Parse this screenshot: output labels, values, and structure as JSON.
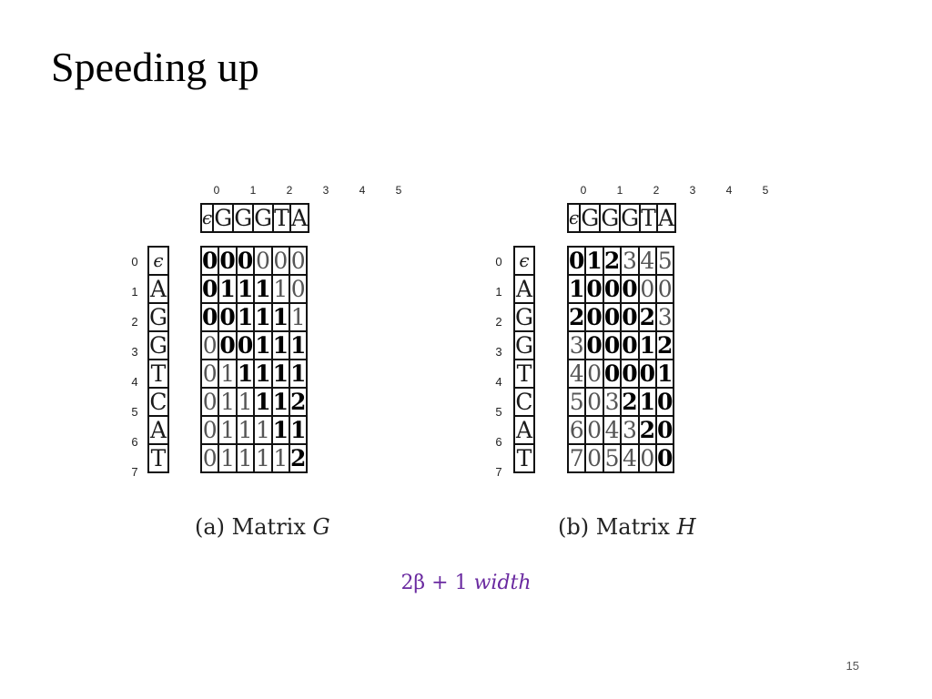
{
  "title": "Speeding up",
  "matrix_g": {
    "col_indices": [
      "0",
      "1",
      "2",
      "3",
      "4",
      "5"
    ],
    "header": [
      "ϵ",
      "G",
      "G",
      "G",
      "T",
      "A"
    ],
    "row_indices": [
      "0",
      "1",
      "2",
      "3",
      "4",
      "5",
      "6",
      "7"
    ],
    "row_labels": [
      "ϵ",
      "A",
      "G",
      "G",
      "T",
      "C",
      "A",
      "T"
    ],
    "values": [
      [
        "0",
        "0",
        "0",
        "0",
        "0",
        "0"
      ],
      [
        "0",
        "1",
        "1",
        "1",
        "1",
        "0"
      ],
      [
        "0",
        "0",
        "1",
        "1",
        "1",
        "1"
      ],
      [
        "0",
        "0",
        "0",
        "1",
        "1",
        "1"
      ],
      [
        "0",
        "1",
        "1",
        "1",
        "1",
        "1"
      ],
      [
        "0",
        "1",
        "1",
        "1",
        "1",
        "2"
      ],
      [
        "0",
        "1",
        "1",
        "1",
        "1",
        "1"
      ],
      [
        "0",
        "1",
        "1",
        "1",
        "1",
        "2"
      ]
    ],
    "bold": [
      [
        1,
        1,
        1,
        0,
        0,
        0
      ],
      [
        1,
        1,
        1,
        1,
        0,
        0
      ],
      [
        1,
        1,
        1,
        1,
        1,
        0
      ],
      [
        0,
        1,
        1,
        1,
        1,
        1
      ],
      [
        0,
        0,
        1,
        1,
        1,
        1
      ],
      [
        0,
        0,
        0,
        1,
        1,
        1
      ],
      [
        0,
        0,
        0,
        0,
        1,
        1
      ],
      [
        0,
        0,
        0,
        0,
        0,
        1
      ]
    ],
    "caption_prefix": "(a) Matrix ",
    "caption_var": "G"
  },
  "matrix_h": {
    "col_indices": [
      "0",
      "1",
      "2",
      "3",
      "4",
      "5"
    ],
    "header": [
      "ϵ",
      "G",
      "G",
      "G",
      "T",
      "A"
    ],
    "row_indices": [
      "0",
      "1",
      "2",
      "3",
      "4",
      "5",
      "6",
      "7"
    ],
    "row_labels": [
      "ϵ",
      "A",
      "G",
      "G",
      "T",
      "C",
      "A",
      "T"
    ],
    "values": [
      [
        "0",
        "1",
        "2",
        "3",
        "4",
        "5"
      ],
      [
        "1",
        "0",
        "0",
        "0",
        "0",
        "0"
      ],
      [
        "2",
        "0",
        "0",
        "0",
        "2",
        "3"
      ],
      [
        "3",
        "0",
        "0",
        "0",
        "1",
        "2"
      ],
      [
        "4",
        "0",
        "0",
        "0",
        "0",
        "1"
      ],
      [
        "5",
        "0",
        "3",
        "2",
        "1",
        "0"
      ],
      [
        "6",
        "0",
        "4",
        "3",
        "2",
        "0"
      ],
      [
        "7",
        "0",
        "5",
        "4",
        "0",
        "0"
      ]
    ],
    "bold": [
      [
        1,
        1,
        1,
        0,
        0,
        0
      ],
      [
        1,
        1,
        1,
        1,
        0,
        0
      ],
      [
        1,
        1,
        1,
        1,
        1,
        0
      ],
      [
        0,
        1,
        1,
        1,
        1,
        1
      ],
      [
        0,
        0,
        1,
        1,
        1,
        1
      ],
      [
        0,
        0,
        0,
        1,
        1,
        1
      ],
      [
        0,
        0,
        0,
        0,
        1,
        1
      ],
      [
        0,
        0,
        0,
        0,
        0,
        1
      ]
    ],
    "caption_prefix": "(b) Matrix ",
    "caption_var": "H"
  },
  "formula": {
    "prefix": "2β + 1 ",
    "word": "width"
  },
  "page_number": "15"
}
